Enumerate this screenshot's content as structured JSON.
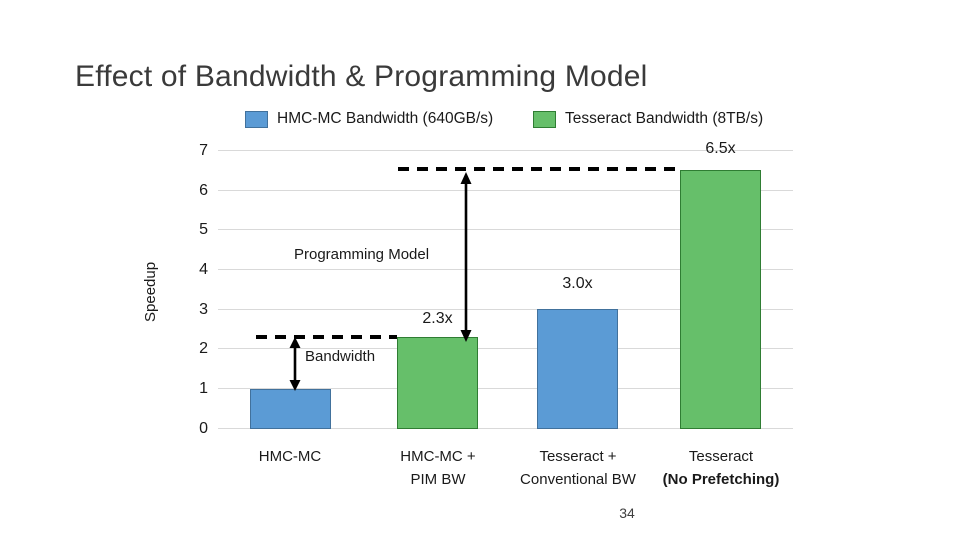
{
  "slide": {
    "title": "Effect of Bandwidth & Programming Model",
    "page_number": "34"
  },
  "legend": {
    "items": [
      {
        "label": "HMC-MC Bandwidth (640GB/s)",
        "color": "#5b9bd5"
      },
      {
        "label": "Tesseract Bandwidth (8TB/s)",
        "color": "#66bf6a"
      }
    ]
  },
  "annotations": {
    "bandwidth_label": "Bandwidth",
    "programming_model_label": "Programming Model"
  },
  "chart_data": {
    "type": "bar",
    "title": "",
    "xlabel": "",
    "ylabel": "Speedup",
    "ylim": [
      0,
      7
    ],
    "grid": true,
    "legend_position": "top",
    "ytick_labels": [
      "7",
      "6",
      "5",
      "4",
      "3",
      "2",
      "1",
      "0"
    ],
    "categories": [
      {
        "line1": "HMC-MC",
        "line2": ""
      },
      {
        "line1": "HMC-MC +",
        "line2": "PIM BW"
      },
      {
        "line1": "Tesseract +",
        "line2": "Conventional BW"
      },
      {
        "line1": "Tesseract",
        "line2": "(No Prefetching)"
      }
    ],
    "bars": [
      {
        "category": "HMC-MC",
        "series": "HMC-MC Bandwidth (640GB/s)",
        "value": 1.0,
        "label": "",
        "fill": "#5b9bd5",
        "border": "#41719c"
      },
      {
        "category": "HMC-MC + PIM BW",
        "series": "Tesseract Bandwidth (8TB/s)",
        "value": 2.3,
        "label": "2.3x",
        "fill": "#66bf6a",
        "border": "#2f7d33"
      },
      {
        "category": "Tesseract + Conventional BW",
        "series": "HMC-MC Bandwidth (640GB/s)",
        "value": 3.0,
        "label": "3.0x",
        "fill": "#5b9bd5",
        "border": "#41719c"
      },
      {
        "category": "Tesseract (No Prefetching)",
        "series": "Tesseract Bandwidth (8TB/s)",
        "value": 6.5,
        "label": "6.5x",
        "fill": "#66bf6a",
        "border": "#2f7d33"
      }
    ],
    "reference_lines": [
      {
        "value": 2.3,
        "style": "dashed"
      },
      {
        "value": 6.5,
        "style": "dashed"
      }
    ],
    "arrows": [
      {
        "from": 1.0,
        "to": 2.3,
        "label": "Bandwidth"
      },
      {
        "from": 2.3,
        "to": 6.5,
        "label": "Programming Model"
      }
    ]
  }
}
